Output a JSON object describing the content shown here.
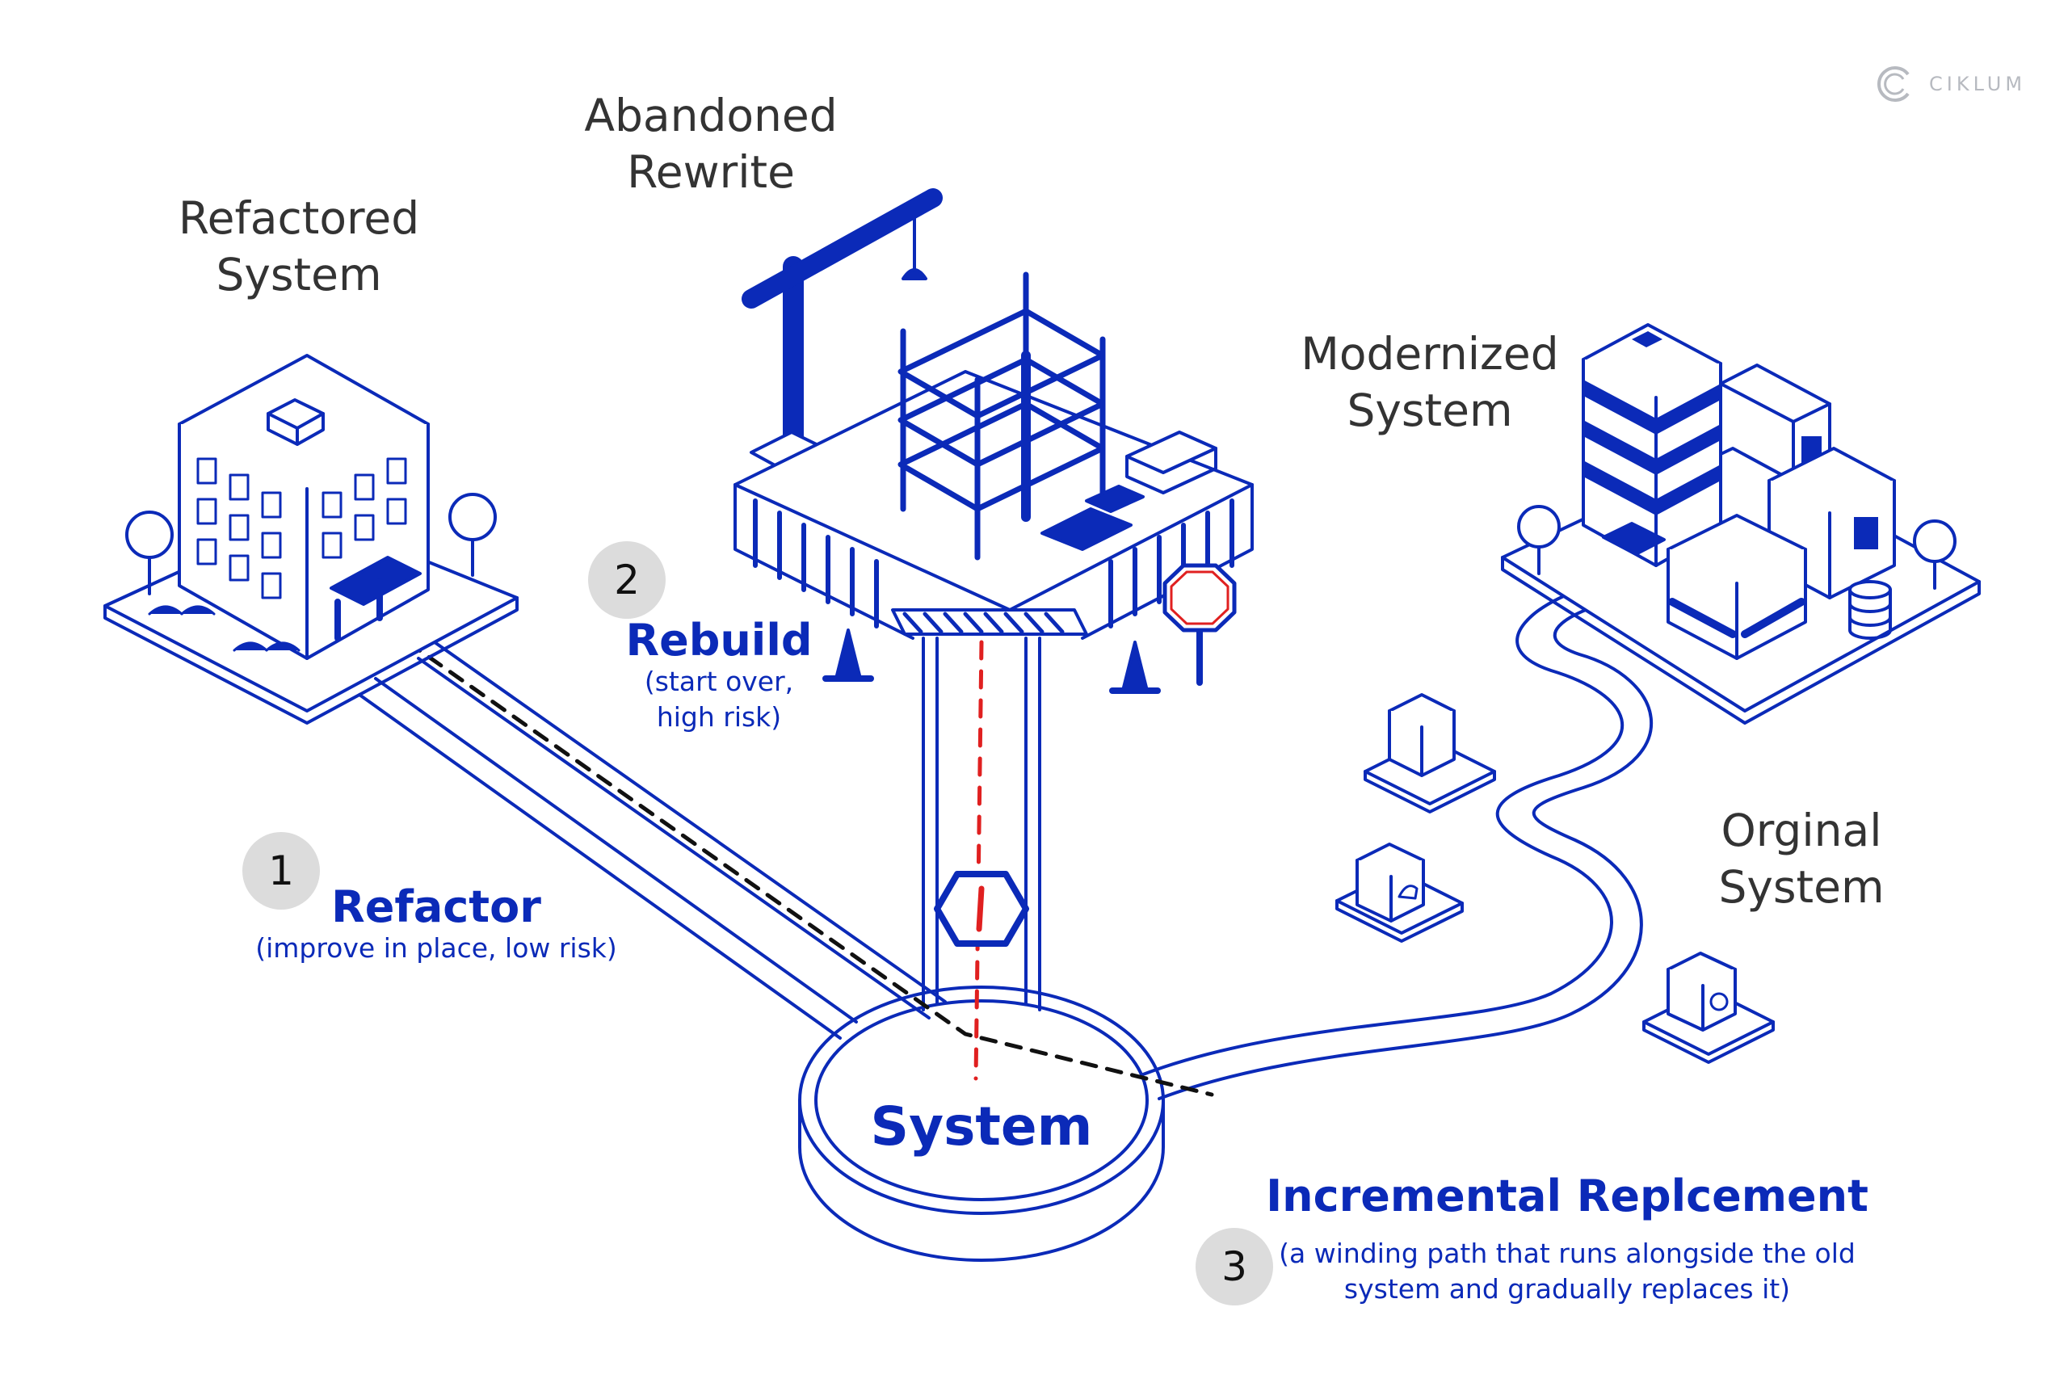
{
  "brand": {
    "logo_text": "CIKLUM"
  },
  "nodes": {
    "refactored": {
      "line1": "Refactored",
      "line2": "System"
    },
    "abandoned": {
      "line1": "Abandoned",
      "line2": "Rewrite"
    },
    "modernized": {
      "line1": "Modernized",
      "line2": "System"
    },
    "original": {
      "line1": "Orginal",
      "line2": "System"
    },
    "center": {
      "label": "System"
    }
  },
  "options": [
    {
      "number": "1",
      "title": "Refactor",
      "subtitle_lines": [
        "(improve in place, low risk)"
      ]
    },
    {
      "number": "2",
      "title": "Rebuild",
      "subtitle_lines": [
        "(start over,",
        "high risk)"
      ]
    },
    {
      "number": "3",
      "title": "Incremental Replcement",
      "subtitle_lines": [
        "(a winding path that runs alongside the old",
        "system and gradually replaces it)"
      ]
    }
  ],
  "colors": {
    "ink": "#0b2ab8",
    "label": "#333333",
    "red_path": "#e02020",
    "badge": "#dcdcdc"
  },
  "icons": [
    "ciklum-logo-icon",
    "office-building-icon",
    "crane-icon",
    "construction-frame-icon",
    "traffic-cone-icon",
    "stop-sign-icon",
    "hexagon-sign-icon",
    "city-buildings-icon",
    "server-box-icon",
    "tree-icon",
    "database-icon"
  ]
}
